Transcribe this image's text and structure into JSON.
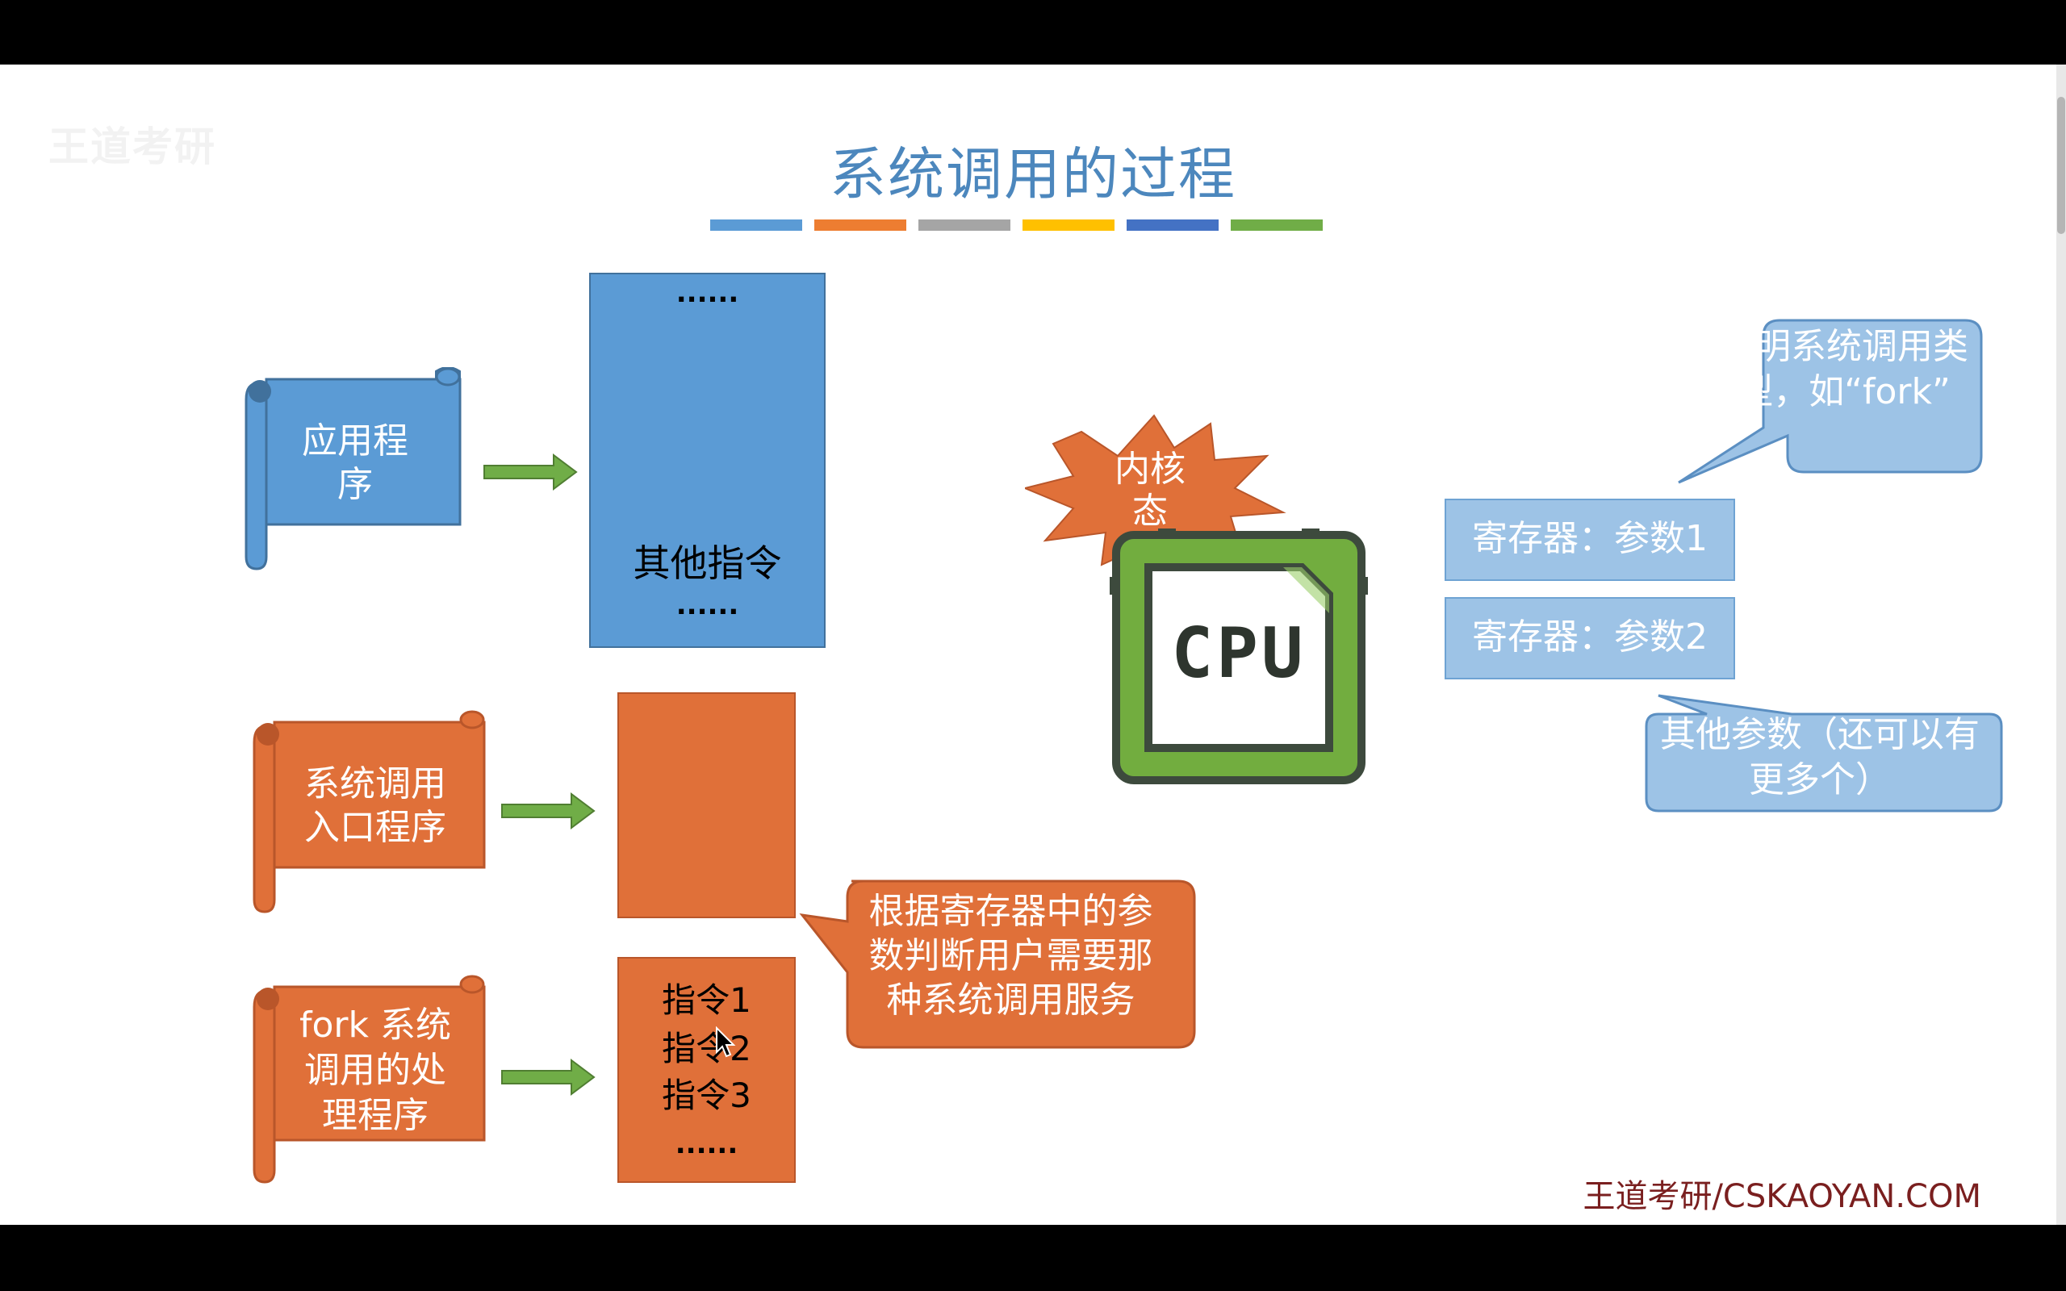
{
  "watermark": "王道考研",
  "title": "系统调用的过程",
  "color_bars": [
    "#5b9bd5",
    "#ed7d31",
    "#a5a5a5",
    "#ffc000",
    "#4472c4",
    "#70ad47"
  ],
  "scrolls": {
    "app": "应用程序",
    "syscall_entry": "系统调用入口程序",
    "fork_handler": "fork 系统调用的处理程序"
  },
  "program_box": {
    "top_dots": "......",
    "other_instr": "其他指令",
    "bottom_dots": "......"
  },
  "handler_box": {
    "instr1": "指令1",
    "instr2": "指令2",
    "instr3": "指令3",
    "dots": "......"
  },
  "kernel_burst": "内核态",
  "cpu_label": "CPU",
  "registers": {
    "reg1": "寄存器：参数1",
    "reg2": "寄存器：参数2"
  },
  "callouts": {
    "specify_type": "指明系统调用类型，如“fork”",
    "other_params": "其他参数（还可以有更多个）",
    "judge_service": "根据寄存器中的参数判断用户需要那种系统调用服务"
  },
  "footer": "王道考研/CSKAOYAN.COM",
  "colors": {
    "blue": "#5b9bd5",
    "orange": "#e07039",
    "light_blue": "#9dc3e6",
    "green": "#70ad47",
    "title": "#4c87bd"
  }
}
